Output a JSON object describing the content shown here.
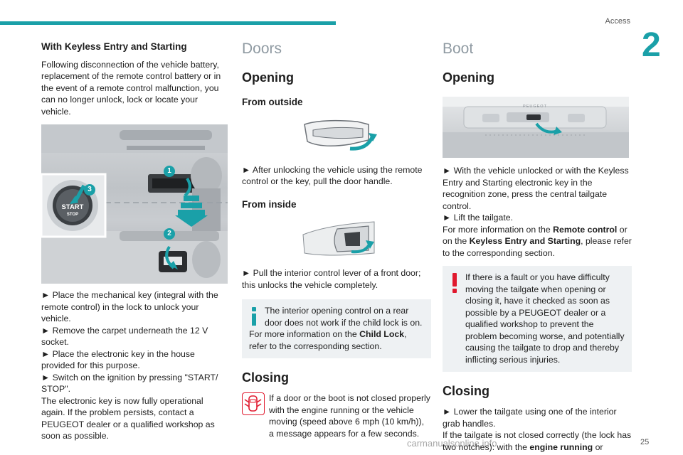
{
  "header": {
    "section": "Access",
    "chapter": "2",
    "page": "25"
  },
  "watermark": "carmanualsonline.info",
  "col1": {
    "heading": "With Keyless Entry and Starting",
    "intro": "Following disconnection of the vehicle battery, replacement of the remote control battery or in the event of a remote control malfunction, you can no longer unlock, lock or locate your vehicle.",
    "figure": {
      "button_line1": "START",
      "button_line2": "STOP",
      "callouts": [
        "1",
        "2",
        "3"
      ]
    },
    "steps": [
      "► Place the mechanical key (integral with the remote control) in the lock to unlock your vehicle.",
      "► Remove the carpet underneath the 12 V socket.",
      "► Place the electronic key in the house provided for this purpose.",
      "► Switch on the ignition by pressing \"START/ STOP\"."
    ],
    "outro": "The electronic key is now fully operational again. If the problem persists, contact a PEUGEOT dealer or a qualified workshop as soon as possible."
  },
  "col2": {
    "title": "Doors",
    "opening": "Opening",
    "from_outside": "From outside",
    "outside_text": "► After unlocking the vehicle using the remote control or the key, pull the door handle.",
    "from_inside": "From inside",
    "inside_text": "► Pull the interior control lever of a front door; this unlocks the vehicle completely.",
    "note": {
      "line1": "The interior opening control on a rear door does not work if the child lock is on.",
      "line2_pre": "For more information on the ",
      "line2_bold": "Child Lock",
      "line2_post": ", refer to the corresponding section."
    },
    "closing": "Closing",
    "closing_text": "If a door or the boot is not closed properly with the engine running or the vehicle moving (speed above 6 mph (10 km/h)), a message appears for a few seconds."
  },
  "col3": {
    "title": "Boot",
    "opening": "Opening",
    "figure": {
      "badge": "PEUGEOT"
    },
    "step1": "► With the vehicle unlocked or with the Keyless Entry and Starting electronic key in the recognition zone, press the central tailgate control.",
    "step2": "► Lift the tailgate.",
    "more_pre": "For more information on the ",
    "more_bold1": "Remote control",
    "more_mid": " or on the ",
    "more_bold2": "Keyless Entry and Starting",
    "more_post": ", please refer to the corresponding section.",
    "warning": "If there is a fault or you have difficulty moving the tailgate when opening or closing it, have it checked as soon as possible by a PEUGEOT dealer or a qualified workshop to prevent the problem becoming worse, and potentially causing the tailgate to drop and thereby inflicting serious injuries.",
    "closing": "Closing",
    "closing_step": "► Lower the tailgate using one of the interior grab handles.",
    "closing_more_pre": "If the tailgate is not closed correctly (the lock has two notches): with the ",
    "closing_more_bold": "engine running",
    "closing_more_post": " or"
  },
  "colors": {
    "accent": "#1aa0a8",
    "warning": "#e0182d",
    "heading_grey": "#8f9aa2",
    "note_bg": "#eef1f3"
  }
}
